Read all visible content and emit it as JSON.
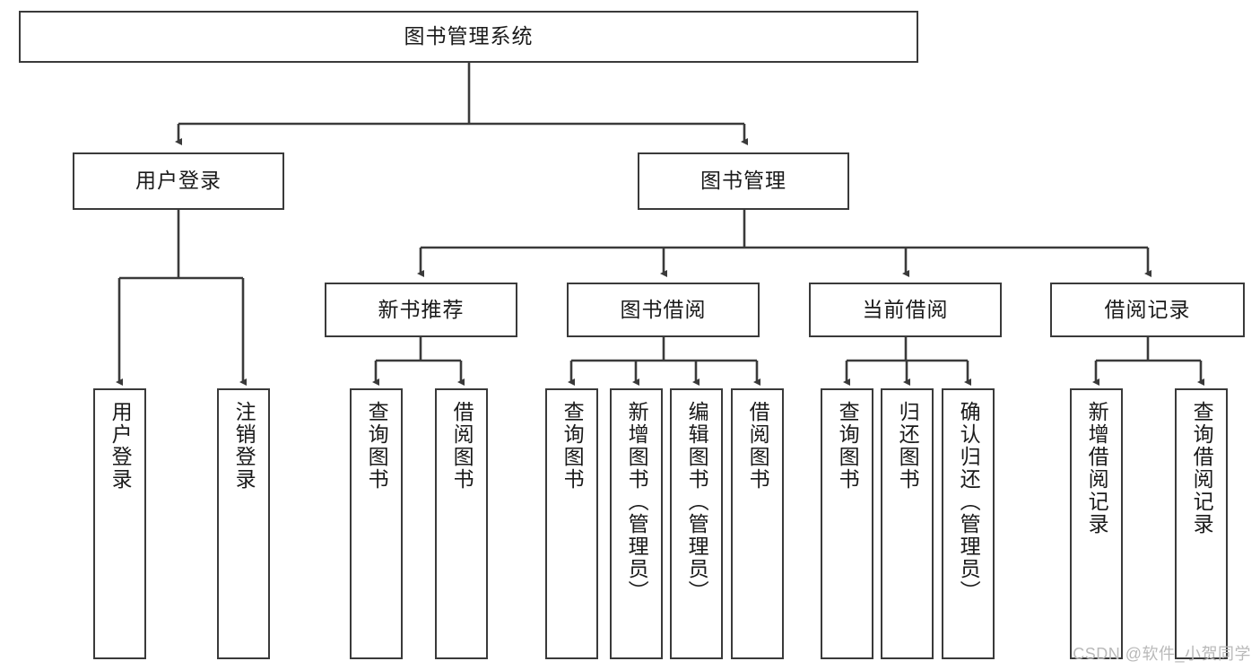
{
  "diagram": {
    "type": "tree-hierarchy",
    "title": "图书管理系统",
    "orientation": "top-down",
    "colors": {
      "box_border": "#3a3a3a",
      "box_fill": "#ffffff",
      "text": "#1a1a1a",
      "watermark": "#b9b9b9"
    },
    "root": {
      "id": "root",
      "label": "图书管理系统"
    },
    "level2": [
      {
        "id": "user-login",
        "label": "用户登录"
      },
      {
        "id": "book-manage",
        "label": "图书管理"
      }
    ],
    "level3": [
      {
        "id": "new-book-rec",
        "label": "新书推荐",
        "parent": "book-manage"
      },
      {
        "id": "book-borrow",
        "label": "图书借阅",
        "parent": "book-manage"
      },
      {
        "id": "current-borrow",
        "label": "当前借阅",
        "parent": "book-manage"
      },
      {
        "id": "borrow-record",
        "label": "借阅记录",
        "parent": "book-manage"
      }
    ],
    "leaves": [
      {
        "id": "leaf-user-login",
        "label": "用户登录",
        "parent": "user-login"
      },
      {
        "id": "leaf-logout",
        "label": "注销登录",
        "parent": "user-login"
      },
      {
        "id": "leaf-query-book-1",
        "label": "查询图书",
        "parent": "new-book-rec"
      },
      {
        "id": "leaf-borrow-book-1",
        "label": "借阅图书",
        "parent": "new-book-rec"
      },
      {
        "id": "leaf-query-book-2",
        "label": "查询图书",
        "parent": "book-borrow"
      },
      {
        "id": "leaf-add-book",
        "label": "新增图书（管理员）",
        "parent": "book-borrow"
      },
      {
        "id": "leaf-edit-book",
        "label": "编辑图书（管理员）",
        "parent": "book-borrow"
      },
      {
        "id": "leaf-borrow-book-2",
        "label": "借阅图书",
        "parent": "book-borrow"
      },
      {
        "id": "leaf-query-book-3",
        "label": "查询图书",
        "parent": "current-borrow"
      },
      {
        "id": "leaf-return-book",
        "label": "归还图书",
        "parent": "current-borrow"
      },
      {
        "id": "leaf-confirm-return",
        "label": "确认归还（管理员）",
        "parent": "current-borrow"
      },
      {
        "id": "leaf-add-record",
        "label": "新增借阅记录",
        "parent": "borrow-record"
      },
      {
        "id": "leaf-query-record",
        "label": "查询借阅记录",
        "parent": "borrow-record"
      }
    ],
    "watermark": "CSDN @软件_小贺同学"
  }
}
